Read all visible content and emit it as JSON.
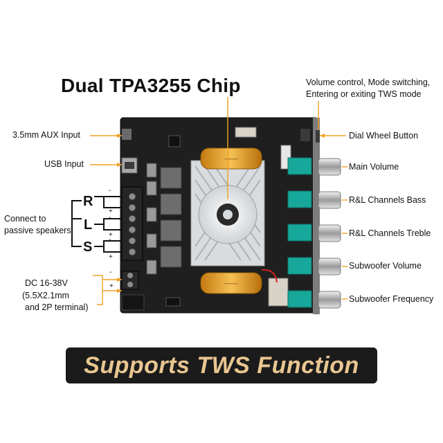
{
  "title": "Dual TPA3255 Chip",
  "top_note": [
    "Volume control, Mode switching,",
    "Entering or exiting TWS mode"
  ],
  "left_labels": {
    "aux": "3.5mm AUX Input",
    "usb": "USB Input",
    "speakers": [
      "Connect to",
      "passive speakers"
    ],
    "dc": [
      "DC 16-38V",
      "(5.5X2.1mm",
      "and 2P terminal)"
    ]
  },
  "channel_letters": [
    "R",
    "L",
    "S"
  ],
  "polarity": {
    "minus": "-",
    "plus": "+"
  },
  "right_labels": {
    "dial": "Dial Wheel Button",
    "main_volume": "Main Volume",
    "bass": "R&L Channels Bass",
    "treble": "R&L Channels Treble",
    "sub_volume": "Subwoofer Volume",
    "sub_freq": "Subwoofer Frequency"
  },
  "banner": "Supports TWS Function",
  "colors": {
    "accent": "#f0a020",
    "board": "#1e1e1e",
    "capacitor": "#e8a020",
    "knob_base": "#16a79a",
    "banner_text": "#e9c691"
  }
}
